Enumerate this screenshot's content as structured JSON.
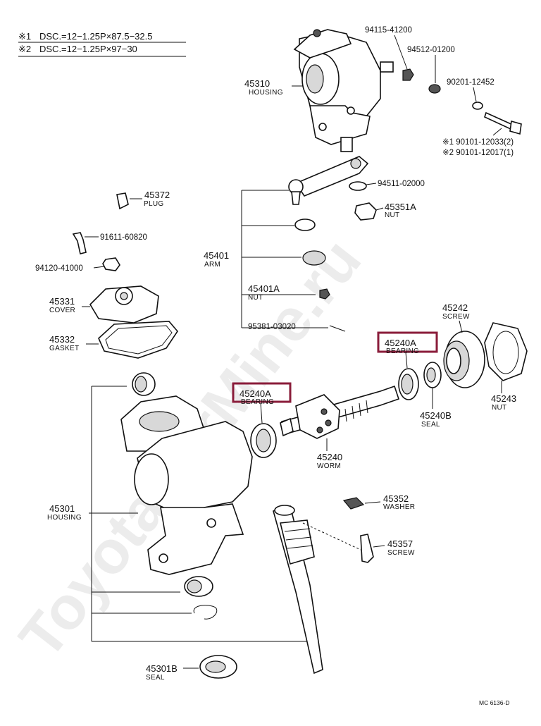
{
  "notes": [
    {
      "mark": "※1",
      "text": "DSC.=12−1.25P×87.5−32.5"
    },
    {
      "mark": "※2",
      "text": "DSC.=12−1.25P×97−30"
    }
  ],
  "parts": {
    "p45310": {
      "number": "45310",
      "name": "HOUSING"
    },
    "p94115": {
      "number": "94115-41200"
    },
    "p94512": {
      "number": "94512-01200"
    },
    "p90201": {
      "number": "90201-12452"
    },
    "p90101a": {
      "number": "※1  90101-12033(2)"
    },
    "p90101b": {
      "number": "※2  90101-12017(1)"
    },
    "p45372": {
      "number": "45372",
      "name": "PLUG"
    },
    "p94511": {
      "number": "94511-02000"
    },
    "p45351A": {
      "number": "45351A",
      "name": "NUT"
    },
    "p91611": {
      "number": "91611-60820"
    },
    "p94120": {
      "number": "94120-41000"
    },
    "p45401": {
      "number": "45401",
      "name": "ARM"
    },
    "p45331": {
      "number": "45331",
      "name": "COVER"
    },
    "p45401A": {
      "number": "45401A",
      "name": "NUT"
    },
    "p45332": {
      "number": "45332",
      "name": "GASKET"
    },
    "p95381": {
      "number": "95381-03020"
    },
    "p45242": {
      "number": "45242",
      "name": "SCREW"
    },
    "p45240A_right": {
      "number": "45240A",
      "name": "BEARING"
    },
    "p45240A_left": {
      "number": "45240A",
      "name": "BEARING"
    },
    "p45243": {
      "number": "45243",
      "name": "NUT"
    },
    "p45240B": {
      "number": "45240B",
      "name": "SEAL"
    },
    "p45240": {
      "number": "45240",
      "name": "WORM"
    },
    "p45301": {
      "number": "45301",
      "name": "HOUSING"
    },
    "p45352": {
      "number": "45352",
      "name": "WASHER"
    },
    "p45357": {
      "number": "45357",
      "name": "SCREW"
    },
    "p45301B": {
      "number": "45301B",
      "name": "SEAL"
    }
  },
  "figure_ref": "MC  6136-D",
  "watermark": "ToyotaCarMine.ru",
  "colors": {
    "highlight": "#8a1c3a",
    "ink": "#111111"
  }
}
